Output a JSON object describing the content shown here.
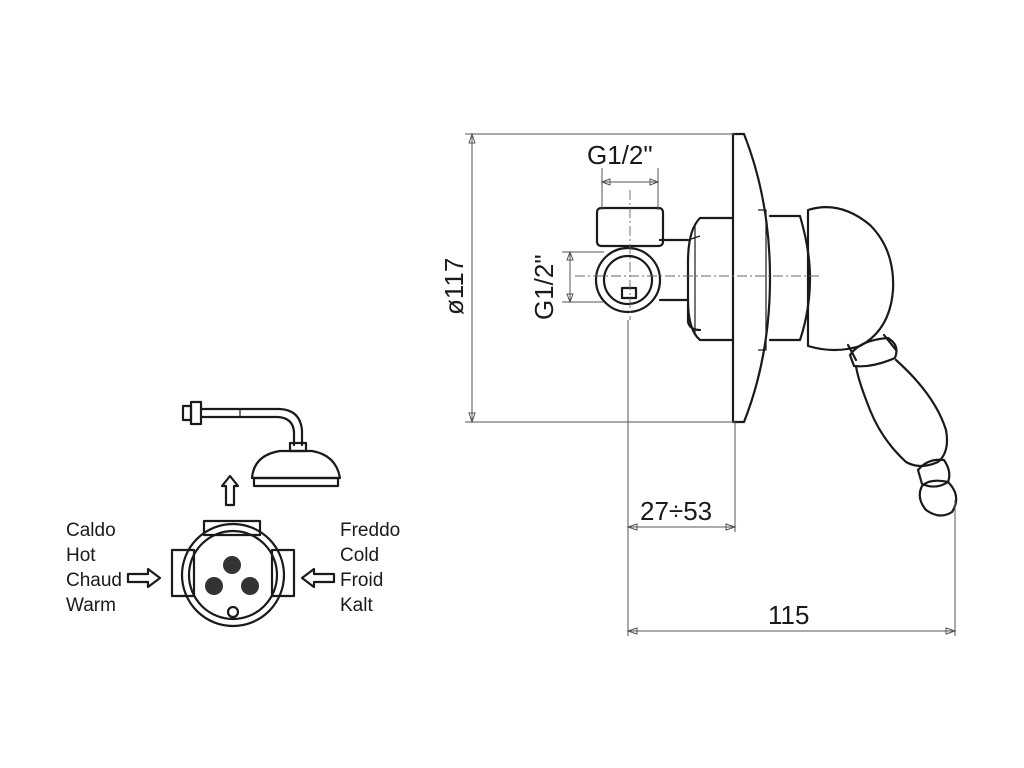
{
  "dimensions": {
    "thread_horizontal": "G1/2\"",
    "thread_vertical": "G1/2\"",
    "diameter": "ø117",
    "depth": "27÷53",
    "length": "115"
  },
  "labels": {
    "hot": [
      "Caldo",
      "Hot",
      "Chaud",
      "Warm"
    ],
    "cold": [
      "Freddo",
      "Cold",
      "Froid",
      "Kalt"
    ]
  },
  "colors": {
    "line": "#1a1a1a",
    "dimension": "#555555"
  }
}
